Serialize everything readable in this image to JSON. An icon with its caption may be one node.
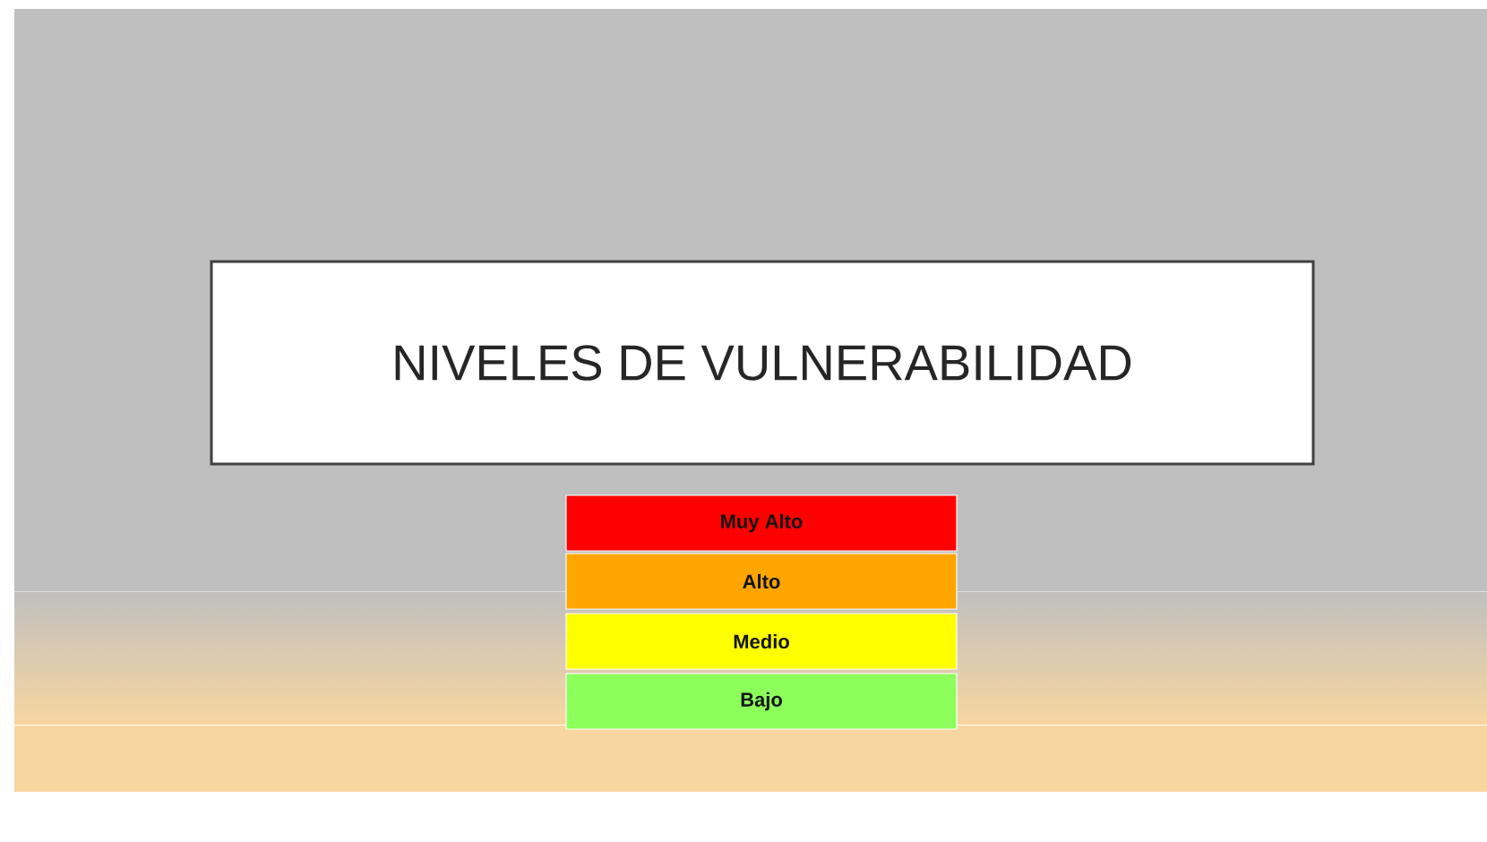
{
  "diagram": {
    "nodes": [
      {
        "text": [
          "NIVELES DE VULNERABILIDAD"
        ]
      }
    ],
    "legend": [
      {
        "text": "Muy Alto",
        "color": "#ff0000"
      },
      {
        "text": "Alto",
        "color": "#ffa500"
      },
      {
        "text": "Medio",
        "color": "#ffff00"
      },
      {
        "text": "Bajo",
        "color": "#8cff5a"
      }
    ]
  }
}
